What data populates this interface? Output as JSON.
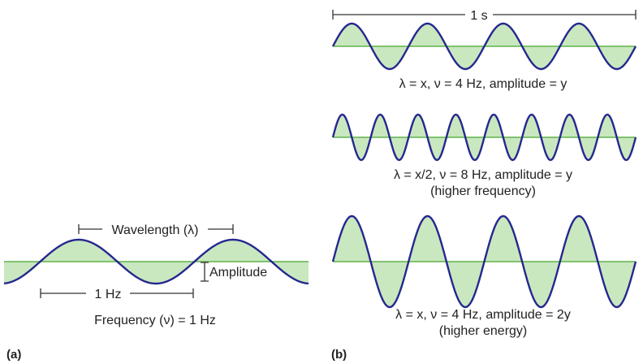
{
  "colors": {
    "wave": "#25288f",
    "fill": "#c9e8bf",
    "axis": "#5fb24a",
    "text": "#222222"
  },
  "panel_a": {
    "label": "(a)",
    "wavelength_label": "Wavelength (λ)",
    "amplitude_label": "Amplitude",
    "period_label": "1 Hz",
    "caption": "Frequency (ν) = 1 Hz",
    "cycles": 1,
    "amplitude": 1
  },
  "panel_b": {
    "label": "(b)",
    "time_label": "1 s",
    "waves": [
      {
        "caption": "λ = x, ν = 4 Hz, amplitude = y",
        "note": "",
        "cycles": 4,
        "amplitude": 1
      },
      {
        "caption": "λ = x/2, ν = 8 Hz, amplitude = y",
        "note": "(higher frequency)",
        "cycles": 8,
        "amplitude": 1
      },
      {
        "caption": "λ = x, ν = 4 Hz, amplitude = 2y",
        "note": "(higher energy)",
        "cycles": 4,
        "amplitude": 2
      }
    ]
  }
}
